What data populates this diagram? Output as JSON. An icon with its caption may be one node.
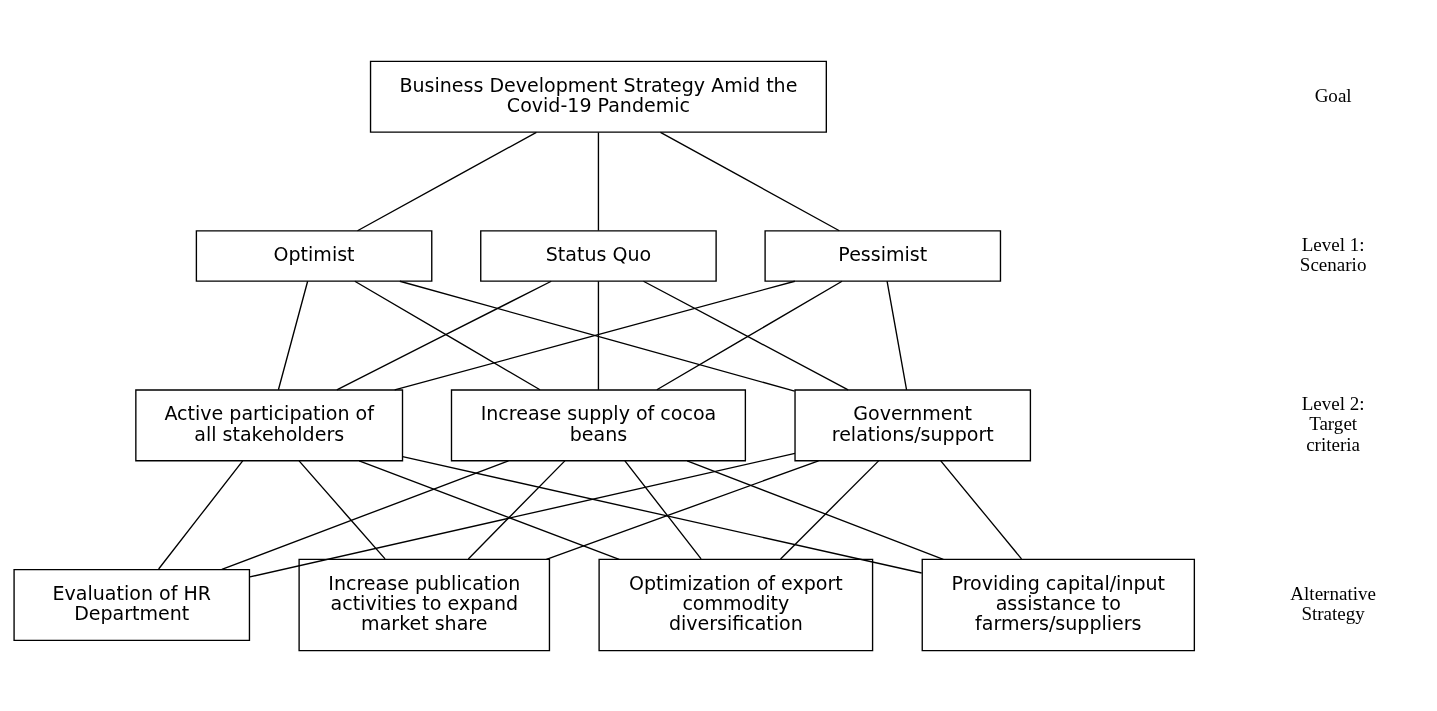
{
  "diagram": {
    "nodes": [
      {
        "text": [
          "Business Development Strategy Amid the Covid-19 Pandemic"
        ]
      },
      {
        "text": [
          "Optimist"
        ]
      },
      {
        "text": [
          "Status Quo"
        ]
      },
      {
        "text": [
          "Pessimist"
        ]
      },
      {
        "text": [
          "Active participation of all stakeholders"
        ]
      },
      {
        "text": [
          "Increase supply of cocoa beans"
        ]
      },
      {
        "text": [
          "Government relations/support"
        ]
      },
      {
        "text": [
          "Providing capital/input assistance to farmers/suppliers"
        ]
      },
      {
        "text": [
          "Evaluation of HR Department"
        ]
      },
      {
        "text": [
          "Increase publication activities to expand market share"
        ]
      },
      {
        "text": [
          "Optimization of export commodity diversification"
        ]
      }
    ],
    "edges": [
      {
        "from": 0,
        "to": 1,
        "arrow": "none"
      },
      {
        "from": 0,
        "to": 2,
        "arrow": "none"
      },
      {
        "from": 0,
        "to": 3,
        "arrow": "none"
      },
      {
        "from": 1,
        "to": 4,
        "arrow": "none"
      },
      {
        "from": 1,
        "to": 5,
        "arrow": "none"
      },
      {
        "from": 1,
        "to": 6,
        "arrow": "none"
      },
      {
        "from": 2,
        "to": 4,
        "arrow": "none"
      },
      {
        "from": 2,
        "to": 5,
        "arrow": "none"
      },
      {
        "from": 2,
        "to": 6,
        "arrow": "none"
      },
      {
        "from": 3,
        "to": 4,
        "arrow": "none"
      },
      {
        "from": 3,
        "to": 5,
        "arrow": "none"
      },
      {
        "from": 3,
        "to": 6,
        "arrow": "none"
      },
      {
        "from": 4,
        "to": 7,
        "arrow": "none"
      },
      {
        "from": 4,
        "to": 8,
        "arrow": "none"
      },
      {
        "from": 4,
        "to": 9,
        "arrow": "none"
      },
      {
        "from": 4,
        "to": 10,
        "arrow": "none"
      },
      {
        "from": 5,
        "to": 7,
        "arrow": "none"
      },
      {
        "from": 5,
        "to": 8,
        "arrow": "none"
      },
      {
        "from": 5,
        "to": 9,
        "arrow": "none"
      },
      {
        "from": 5,
        "to": 10,
        "arrow": "none"
      },
      {
        "from": 6,
        "to": 7,
        "arrow": "none"
      },
      {
        "from": 6,
        "to": 8,
        "arrow": "none"
      },
      {
        "from": 6,
        "to": 9,
        "arrow": "none"
      },
      {
        "from": 6,
        "to": 10,
        "arrow": "none"
      }
    ],
    "labels": [
      "Goal",
      "Level 1: Scenario",
      "Level 2: Target criteria",
      "Alternative Strategy"
    ]
  }
}
